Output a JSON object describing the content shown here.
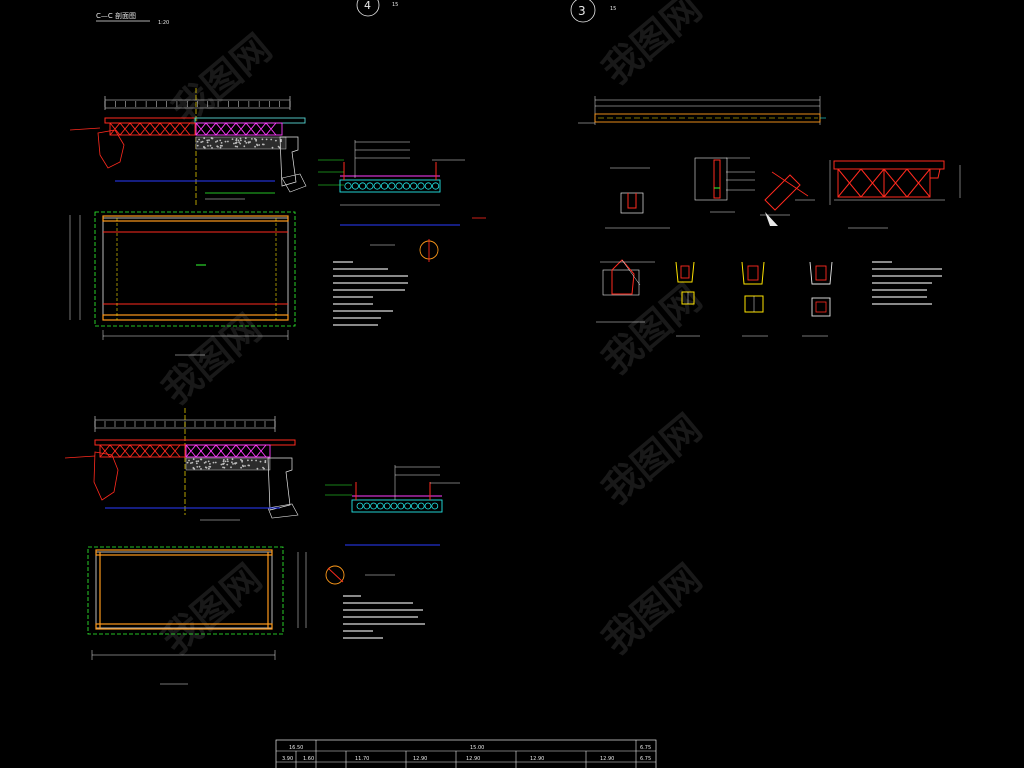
{
  "title_block": {
    "section_label": "C—C 剖面图",
    "scale": "1:20"
  },
  "markers": [
    {
      "number": "4",
      "scale": "15"
    },
    {
      "number": "3",
      "scale": "15"
    }
  ],
  "watermark": "我图网",
  "colors": {
    "background": "#000000",
    "white_line": "#e8e8e8",
    "red": "#ff2a1e",
    "magenta": "#ff3cff",
    "cyan": "#23e6e6",
    "yellow": "#ffe400",
    "green": "#32ff32",
    "orange": "#ff9a1a",
    "blue": "#2a3cff"
  },
  "bottom_table": {
    "top_row": [
      "16.50",
      "15.00",
      "6.75"
    ],
    "bottom_row": [
      "3.90",
      "1.60",
      "11.70",
      "12.90",
      "12.90",
      "12.90",
      "12.90",
      "6.75"
    ]
  }
}
